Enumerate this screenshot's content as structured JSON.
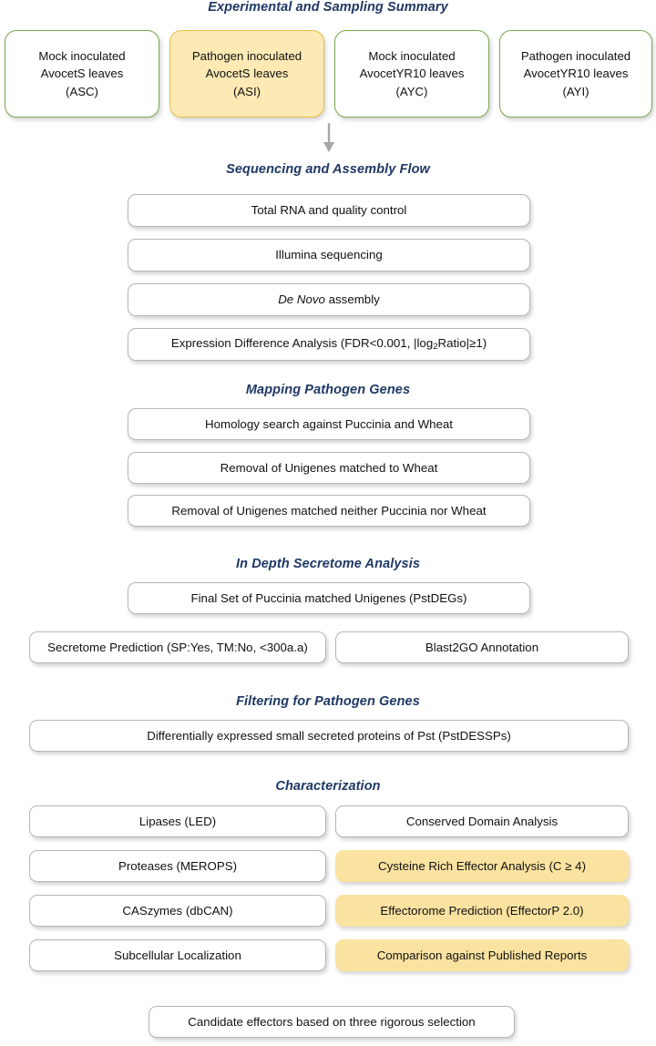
{
  "sections": {
    "experimental": {
      "title": "Experimental and Sampling Summary",
      "samples": [
        {
          "line1": "Mock inoculated",
          "line2": "AvocetS leaves",
          "line3": "(ASC)",
          "highlight": false
        },
        {
          "line1": "Pathogen inoculated",
          "line2": "AvocetS leaves",
          "line3": "(ASI)",
          "highlight": true
        },
        {
          "line1": "Mock inoculated",
          "line2": "AvocetYR10 leaves",
          "line3": "(AYC)",
          "highlight": false
        },
        {
          "line1": "Pathogen inoculated",
          "line2": "AvocetYR10 leaves",
          "line3": "(AYI)",
          "highlight": false
        }
      ]
    },
    "sequencing": {
      "title": "Sequencing and Assembly Flow",
      "steps": [
        "Total RNA and quality control",
        "Illumina sequencing",
        "De Novo assembly",
        "Expression Difference Analysis (FDR<0.001, |log2Ratio|≥1)"
      ]
    },
    "mapping": {
      "title": "Mapping Pathogen Genes",
      "steps": [
        "Homology search against Puccinia and Wheat",
        "Removal of Unigenes matched to Wheat",
        "Removal of Unigenes matched neither Puccinia nor Wheat"
      ]
    },
    "secretome": {
      "title": "In Depth Secretome Analysis",
      "final_set": "Final Set of Puccinia matched Unigenes (PstDEGs)",
      "left": "Secretome Prediction (SP:Yes, TM:No, <300a.a)",
      "right": "Blast2GO Annotation"
    },
    "filtering": {
      "title": "Filtering for Pathogen Genes",
      "step": "Differentially expressed small secreted proteins of Pst (PstDESSPs)"
    },
    "characterization": {
      "title": "Characterization",
      "rows": [
        {
          "left": "Lipases (LED)",
          "right": "Conserved Domain Analysis",
          "right_highlight": false
        },
        {
          "left": "Proteases (MEROPS)",
          "right": "Cysteine Rich Effector Analysis (C ≥ 4)",
          "right_highlight": true
        },
        {
          "left": "CASzymes (dbCAN)",
          "right": "Effectorome Prediction (EffectorP 2.0)",
          "right_highlight": true
        },
        {
          "left": "Subcellular Localization",
          "right": "Comparison against Published Reports",
          "right_highlight": true
        }
      ]
    },
    "outcome": {
      "step": "Candidate effectors based on three rigorous selection"
    }
  },
  "colors": {
    "heading": "#1F3864",
    "sample_border_green": "#7AA74F",
    "sample_border_gold": "#EBBE43",
    "sample_fill_gold": "#FCE9B4",
    "box_fill_gold": "#FAE2A0",
    "box_border_gray": "#B6B6B6",
    "arrow_gray": "#A6A6A6"
  },
  "icons": {
    "down_arrow": "down-arrow-icon"
  }
}
